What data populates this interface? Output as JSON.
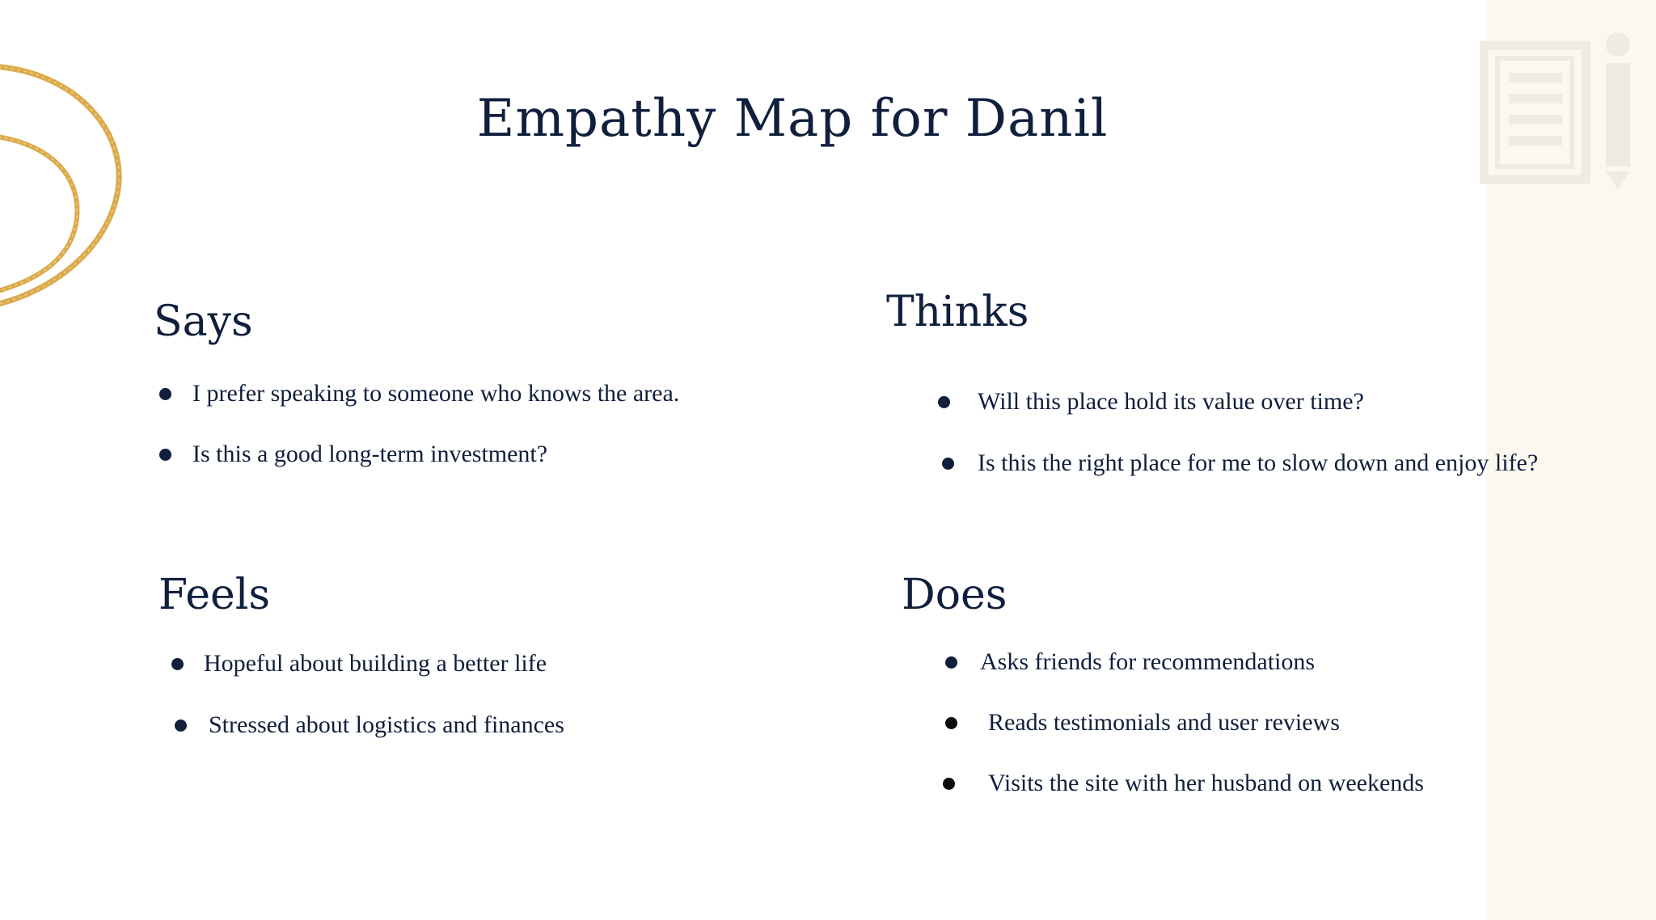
{
  "slide": {
    "title": "Empathy Map for Danil",
    "colors": {
      "text": "#0f1f3c",
      "gold_accent": "#d9a544",
      "right_panel": "#fcf8ef",
      "icon_tint": "#efebe3"
    },
    "icons": {
      "decoration_left": "gold-arcs",
      "decoration_top_right": "document-pencil-icon"
    },
    "quadrants": {
      "says": {
        "heading": "Says",
        "items": [
          "I prefer speaking to someone who knows the area.",
          "Is this a good long-term investment?"
        ]
      },
      "thinks": {
        "heading": "Thinks",
        "items": [
          "Will this place hold its value over time?",
          "Is this the right place for me to slow down and enjoy life?"
        ]
      },
      "feels": {
        "heading": "Feels",
        "items": [
          "Hopeful about building a better life",
          "Stressed about logistics and finances"
        ]
      },
      "does": {
        "heading": "Does",
        "items": [
          "Asks friends for recommendations",
          "Reads testimonials and user reviews",
          "Visits the site with her husband on weekends"
        ]
      }
    }
  }
}
